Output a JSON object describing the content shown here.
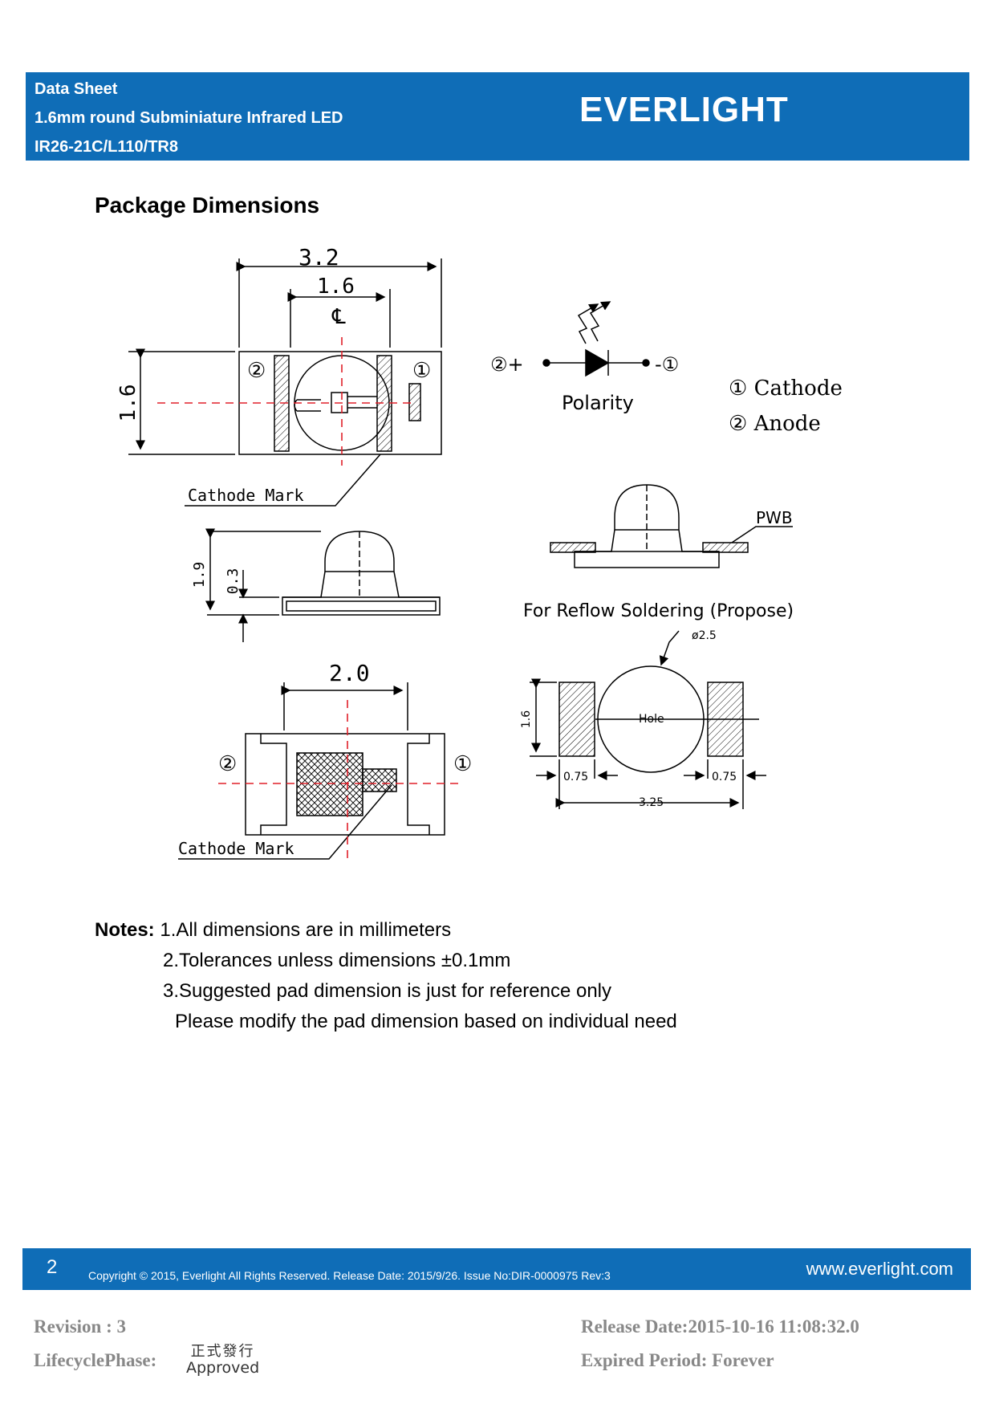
{
  "header": {
    "line1": "Data Sheet",
    "line2": "1.6mm round Subminiature Infrared LED",
    "line3": "IR26-21C/L110/TR8",
    "brand": "EVERLIGHT",
    "bg_color": "#0f6db7"
  },
  "section_title": "Package Dimensions",
  "drawing": {
    "top_view": {
      "dim_width": "3.2",
      "dim_inner": "1.6",
      "dim_height": "1.6",
      "centerline": "℄",
      "pin2": "②",
      "pin1": "①",
      "cathode_mark": "Cathode Mark"
    },
    "polarity": {
      "left_label": "②+",
      "right_label": "-①",
      "label": "Polarity"
    },
    "legend": {
      "cathode": "① Cathode",
      "anode": "② Anode"
    },
    "side_view": {
      "dim_total": "1.9",
      "dim_base": "0.3"
    },
    "mounted_view": {
      "pwb": "PWB",
      "caption": "For Reflow Soldering (Propose)"
    },
    "bottom_view": {
      "dim_width": "2.0",
      "pin2": "②",
      "pin1": "①",
      "cathode_mark": "Cathode Mark"
    },
    "pad_layout": {
      "diameter": "ø2.5",
      "hole": "Hole",
      "height": "1.6",
      "pad_left": "0.75",
      "pad_right": "0.75",
      "total": "3.25"
    }
  },
  "notes": {
    "label": "Notes:",
    "items": [
      "1.All dimensions are in millimeters",
      "2.Tolerances unless dimensions ±0.1mm",
      "3.Suggested pad dimension is just for reference only",
      "Please modify the pad dimension based on individual need"
    ]
  },
  "footer": {
    "page": "2",
    "copyright": "Copyright © 2015, Everlight All Rights Reserved. Release Date: 2015/9/26. Issue No:DIR-0000975    Rev:3",
    "website": "www.everlight.com"
  },
  "meta": {
    "revision": "Revision      : 3",
    "lifecycle": "LifecyclePhase:",
    "stamp_cn": "正式發行",
    "stamp_en": "Approved",
    "release_date": "Release Date:2015-10-16 11:08:32.0",
    "expired": "Expired Period: Forever"
  }
}
